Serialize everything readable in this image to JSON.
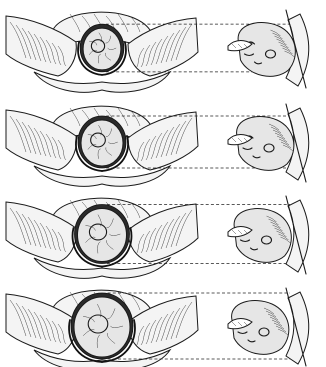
{
  "figure": {
    "stages": [
      {
        "id": "stage-1",
        "crowning_level": 0.35
      },
      {
        "id": "stage-2",
        "crowning_level": 0.5
      },
      {
        "id": "stage-3",
        "crowning_level": 0.75
      },
      {
        "id": "stage-4",
        "crowning_level": 1.0
      }
    ]
  }
}
